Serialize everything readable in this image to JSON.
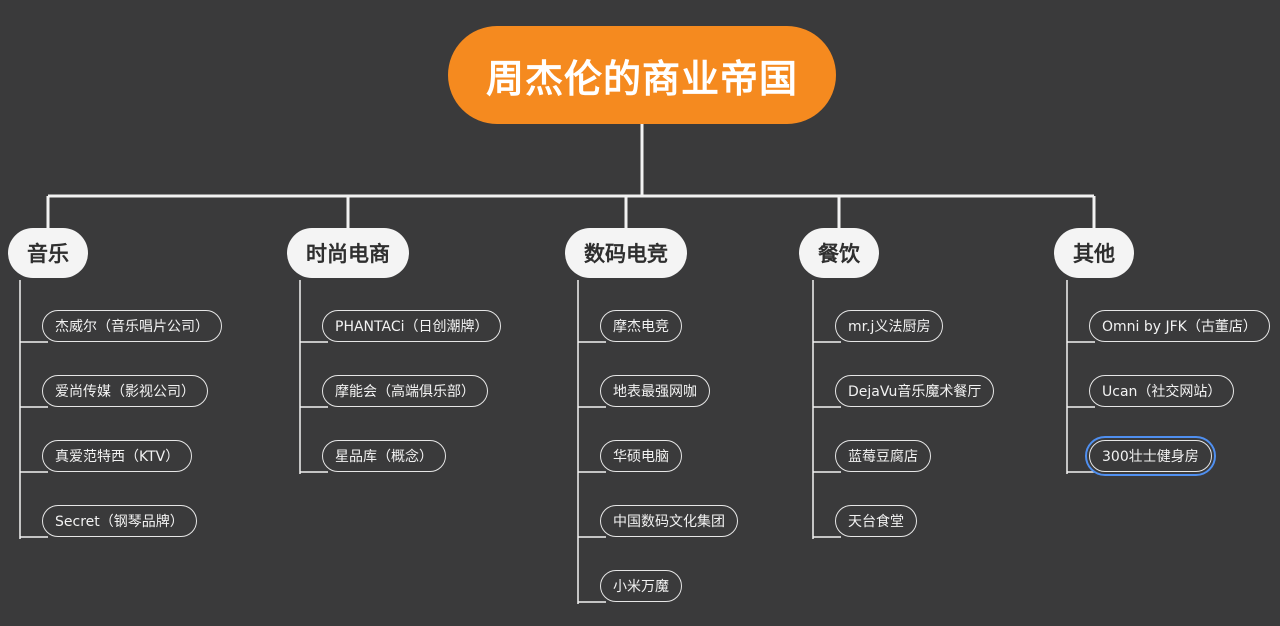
{
  "root": {
    "label": "周杰伦的商业帝国"
  },
  "categories": [
    {
      "label": "音乐",
      "items": [
        "杰威尔（音乐唱片公司）",
        "爱尚传媒（影视公司）",
        "真爱范特西（KTV）",
        "Secret（钢琴品牌）"
      ]
    },
    {
      "label": "时尚电商",
      "items": [
        "PHANTACi（日创潮牌）",
        "摩能会（高端俱乐部）",
        "星品库（概念）"
      ]
    },
    {
      "label": "数码电竞",
      "items": [
        "摩杰电竞",
        "地表最强网咖",
        "华硕电脑",
        "中国数码文化集团",
        "小米万魔"
      ]
    },
    {
      "label": "餐饮",
      "items": [
        "mr.j义法厨房",
        "DejaVu音乐魔术餐厅",
        "蓝莓豆腐店",
        "天台食堂"
      ]
    },
    {
      "label": "其他",
      "items": [
        "Omni by JFK（古董店）",
        "Ucan（社交网站）",
        "300壮士健身房"
      ]
    }
  ],
  "colors": {
    "background": "#3a3a3b",
    "root_fill": "#f58a1f",
    "category_fill": "#f4f4f4",
    "line": "#f2f2f2",
    "selection_outline": "#4f8ff0"
  }
}
